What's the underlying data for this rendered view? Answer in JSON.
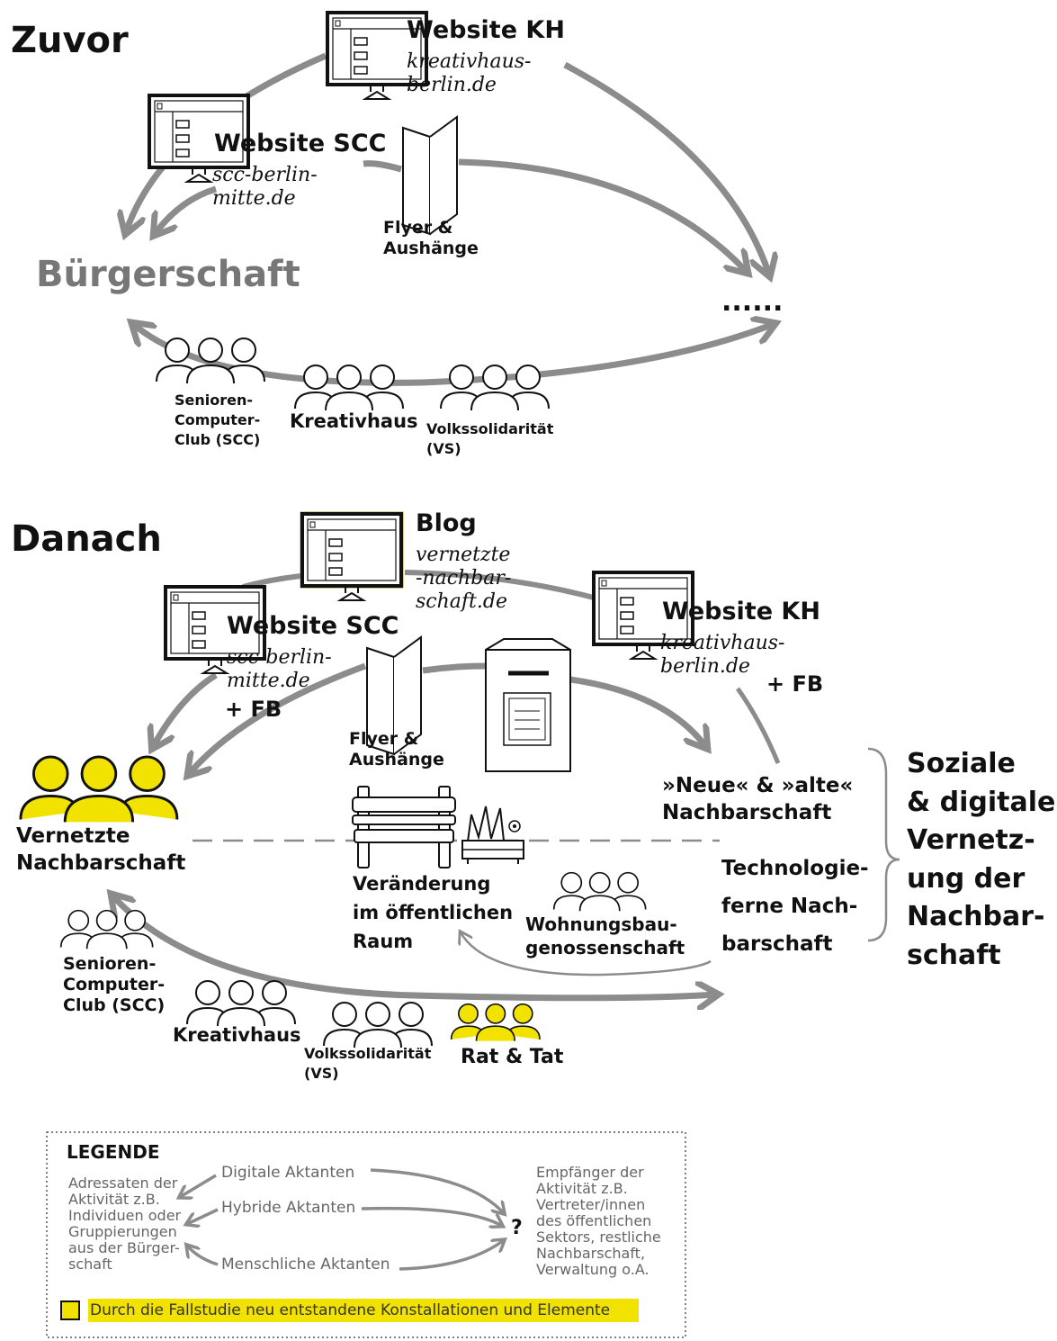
{
  "colors": {
    "arrow": "#8c8c8c",
    "accent": "#f2e200",
    "text": "#111111",
    "grey_text": "#777777",
    "blog_frame": "#b49a1e"
  },
  "zuvor": {
    "heading": "Zuvor",
    "website_kh": {
      "title": "Website KH",
      "url": "kreativhaus-\nberlin.de"
    },
    "website_scc": {
      "title": "Website SCC",
      "url": "scc-berlin-\nmitte.de"
    },
    "flyer": "Flyer &\nAushänge",
    "buergerschaft": "Bürgerschaft",
    "dots": "......",
    "groups": [
      {
        "label": "Senioren-\nComputer-\nClub (SCC)"
      },
      {
        "label": "Kreativhaus"
      },
      {
        "label": "Volkssolidarität\n(VS)"
      }
    ]
  },
  "danach": {
    "heading": "Danach",
    "blog": {
      "title": "Blog",
      "url": "vernetzte\n-nachbar-\nschaft.de"
    },
    "website_scc": {
      "title": "Website SCC",
      "url": "scc-berlin-\nmitte.de",
      "extra": "+ FB"
    },
    "website_kh": {
      "title": "Website KH",
      "url": "kreativhaus-\nberlin.de",
      "extra": "+ FB"
    },
    "flyer": "Flyer &\nAushänge",
    "vernetzte": "Vernetzte\nNachbarschaft",
    "veraenderung": "Veränderung\nim öffentlichen\nRaum",
    "wohnungsbau": "Wohnungsbau-\ngenossenschaft",
    "neue_alte": "»Neue« & »alte«\nNachbarschaft",
    "technologie": "Technologie-\nferne Nach-\nbarschaft",
    "soziale": "Soziale\n& digitale\nVernetz-\nung der\nNachbar-\nschaft",
    "groups": [
      {
        "label": "Senioren-\nComputer-\nClub (SCC)"
      },
      {
        "label": "Kreativhaus"
      },
      {
        "label": "Volkssolidarität\n(VS)"
      },
      {
        "label": "Rat & Tat"
      }
    ]
  },
  "legend": {
    "title": "LEGENDE",
    "left": "Adressaten der\nAktivität z.B.\nIndividuen oder\nGruppierungen\naus der Bürger-\nschaft",
    "digital": "Digitale Aktanten",
    "hybrid": "Hybride Aktanten",
    "human": "Menschliche Aktanten",
    "question": "?",
    "right": "Empfänger der\nAktivität z.B.\nVertreter/innen\ndes öffentlichen\nSektors, restliche\nNachbarschaft,\nVerwaltung o.A.",
    "new_note": "Durch die Fallstudie neu entstandene Konstallationen und Elemente"
  }
}
